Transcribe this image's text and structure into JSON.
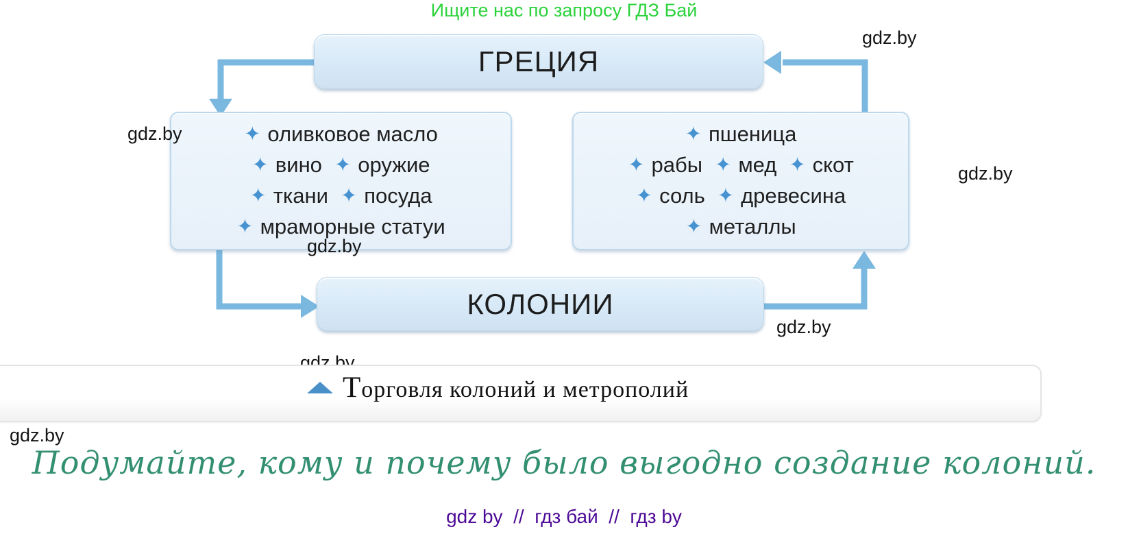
{
  "promo": {
    "text": "Ищите нас по запросу ГДЗ Бай",
    "color": "#2bd23b"
  },
  "watermark": {
    "label": "gdz.by"
  },
  "diagram": {
    "greece": {
      "label": "ГРЕЦИЯ"
    },
    "colonies": {
      "label": "КОЛОНИИ"
    },
    "bullet_glyph": "✦",
    "greece_goods_lines": [
      [
        "оливковое масло"
      ],
      [
        "вино",
        "оружие"
      ],
      [
        "ткани",
        "посуда"
      ],
      [
        "мраморные статуи"
      ]
    ],
    "colonies_goods_lines": [
      [
        "пшеница"
      ],
      [
        "рабы",
        "мед",
        "скот"
      ],
      [
        "соль",
        "древесина"
      ],
      [
        "металлы"
      ]
    ],
    "colors": {
      "arrow": "#7ab8e0",
      "bullet": "#4793d2",
      "box_fill": "#d7e9f7",
      "goods_fill": "#eaf2fb"
    }
  },
  "caption": {
    "marker_icon": "triangle-up",
    "marker_color": "#4a90c8",
    "text": "Торговля колоний и метрополий"
  },
  "question": {
    "text": "Подумайте, кому и почему было выгодно создание колоний.",
    "color": "#338f72"
  },
  "footer": {
    "text": "gdz by  //  гдз бай  //  гдз by",
    "color": "#4c0996"
  }
}
